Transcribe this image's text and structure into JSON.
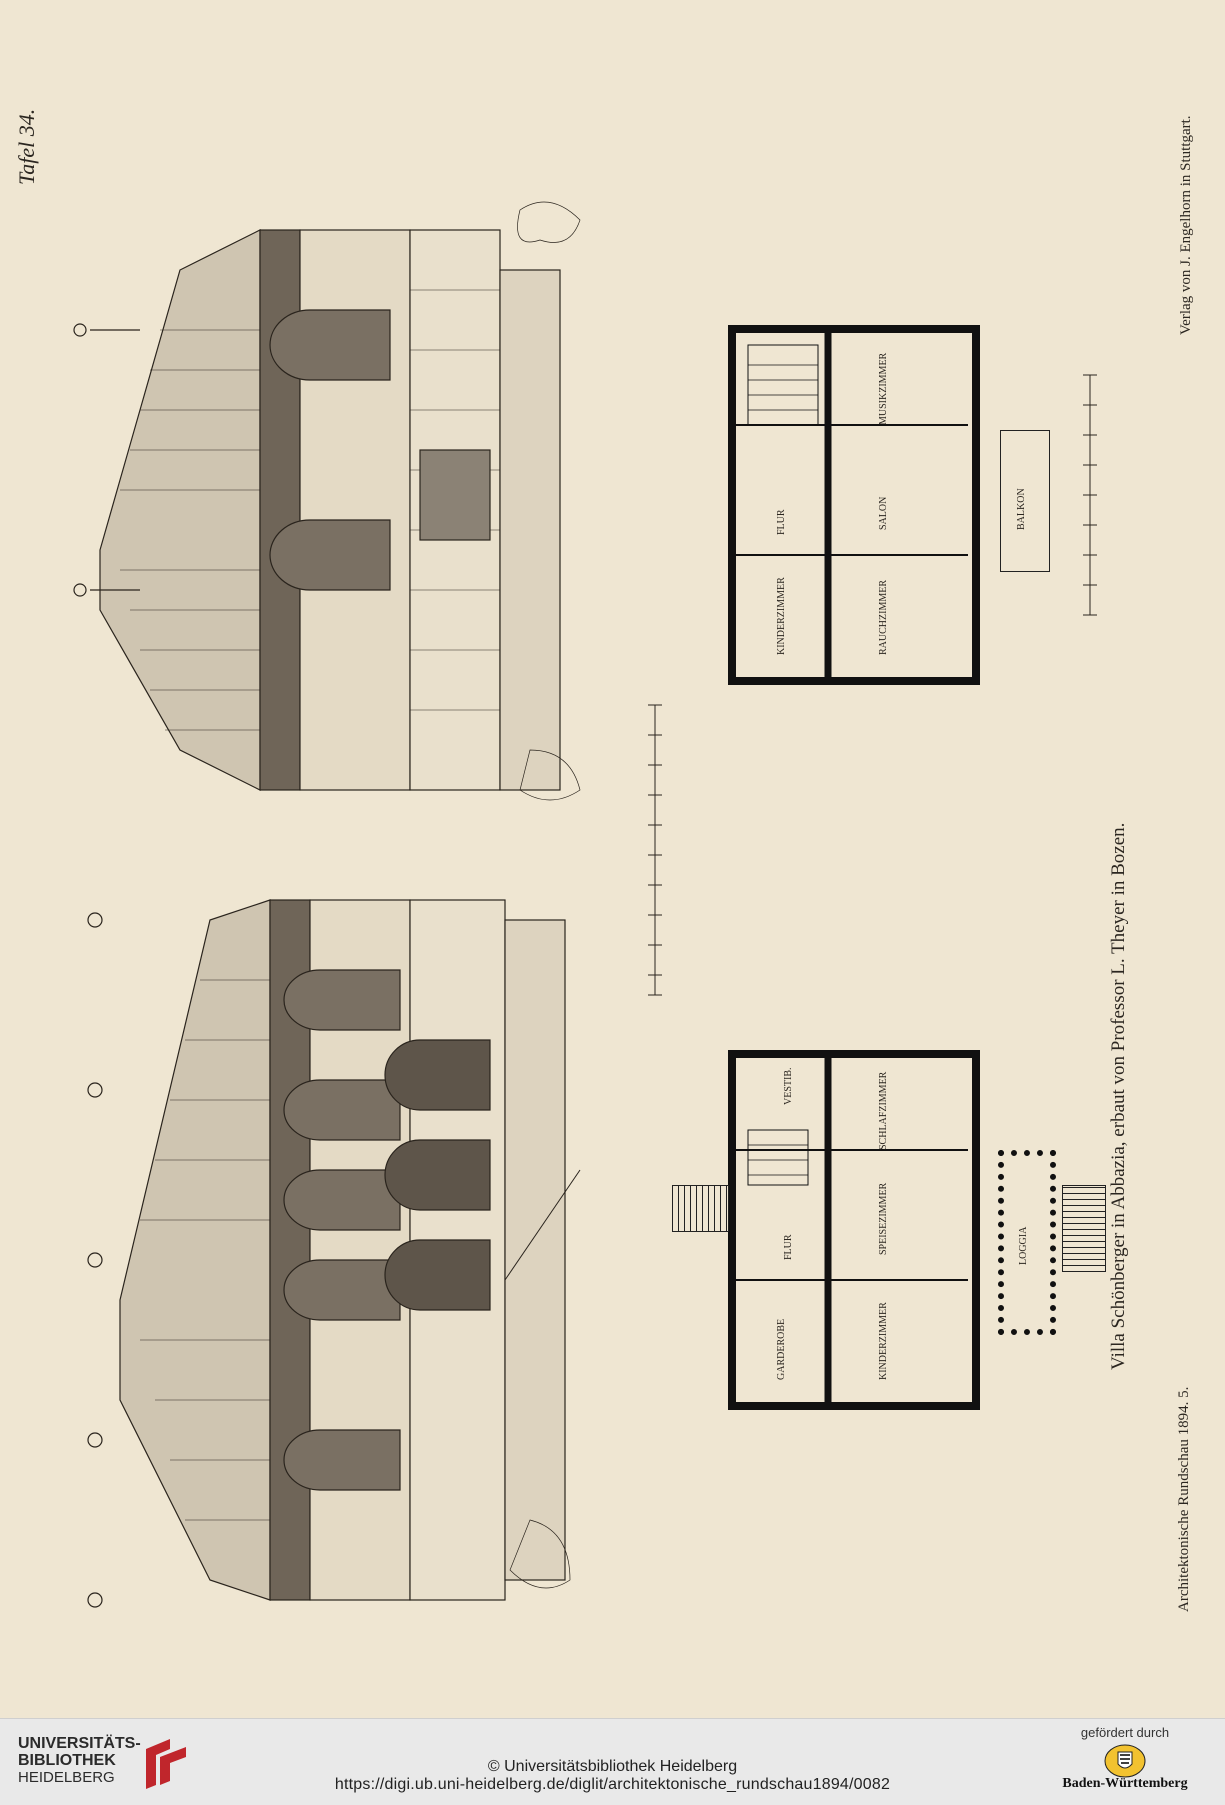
{
  "plate": {
    "plate_number": "Tafel 34.",
    "publisher": "Verlag von J. Engelhorn in Stuttgart.",
    "caption": "Villa Schönberger in Abbazia, erbaut von Professor L. Theyer in Bozen.",
    "journal": "Architektonische Rundschau 1894. 5."
  },
  "floorplan_upper": {
    "rooms": [
      "FLUR",
      "SALON",
      "MUSIKZIMMER",
      "RAUCHZIMMER",
      "BALKON",
      "KINDERZIMMER"
    ]
  },
  "floorplan_lower": {
    "rooms": [
      "VESTIB.",
      "FLUR",
      "SPEISEZIMMER",
      "SCHLAFZIMMER",
      "LOGGIA",
      "KINDERZIMMER",
      "GARDEROBE"
    ]
  },
  "footer": {
    "library_line1": "UNIVERSITÄTS-",
    "library_line2": "BIBLIOTHEK",
    "library_line3": "HEIDELBERG",
    "copyright": "© Universitätsbibliothek Heidelberg",
    "url": "https://digi.ub.uni-heidelberg.de/diglit/architektonische_rundschau1894/0082",
    "funded_by": "gefördert durch",
    "funder": "Baden-Württemberg"
  }
}
